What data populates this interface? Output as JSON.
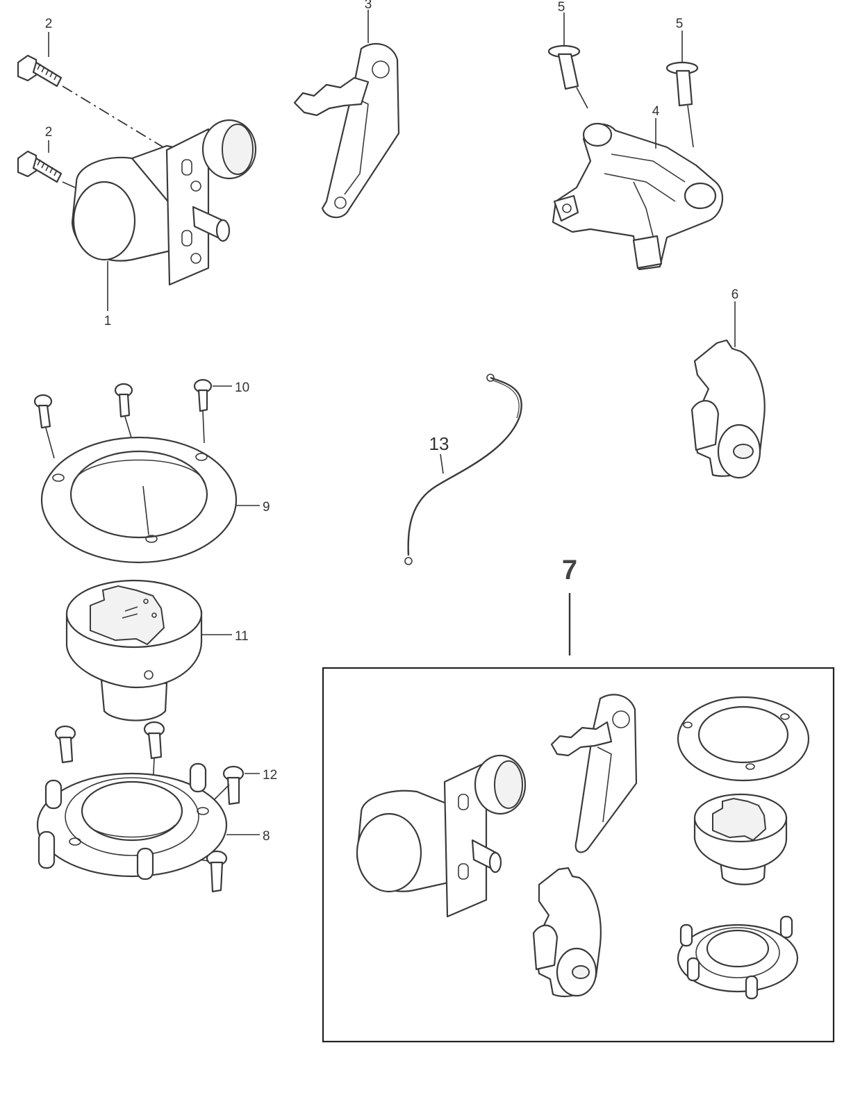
{
  "callouts": {
    "c1": "1",
    "c2a": "2",
    "c2b": "2",
    "c3": "3",
    "c4": "4",
    "c5a": "5",
    "c5b": "5",
    "c6": "6",
    "c7": "7",
    "c8": "8",
    "c9": "9",
    "c10": "10",
    "c11": "11",
    "c12": "12",
    "c13": "13"
  }
}
